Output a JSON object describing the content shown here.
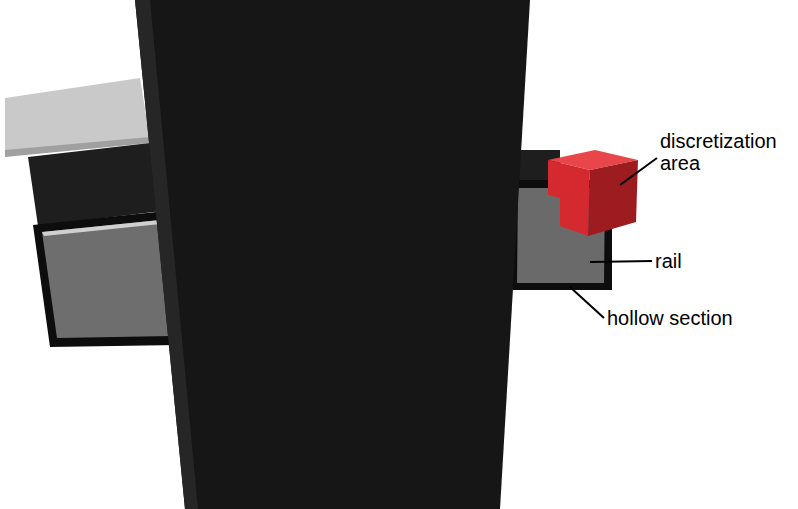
{
  "diagram": {
    "labels": [
      "discretization area",
      "rail",
      "hollow section"
    ]
  }
}
